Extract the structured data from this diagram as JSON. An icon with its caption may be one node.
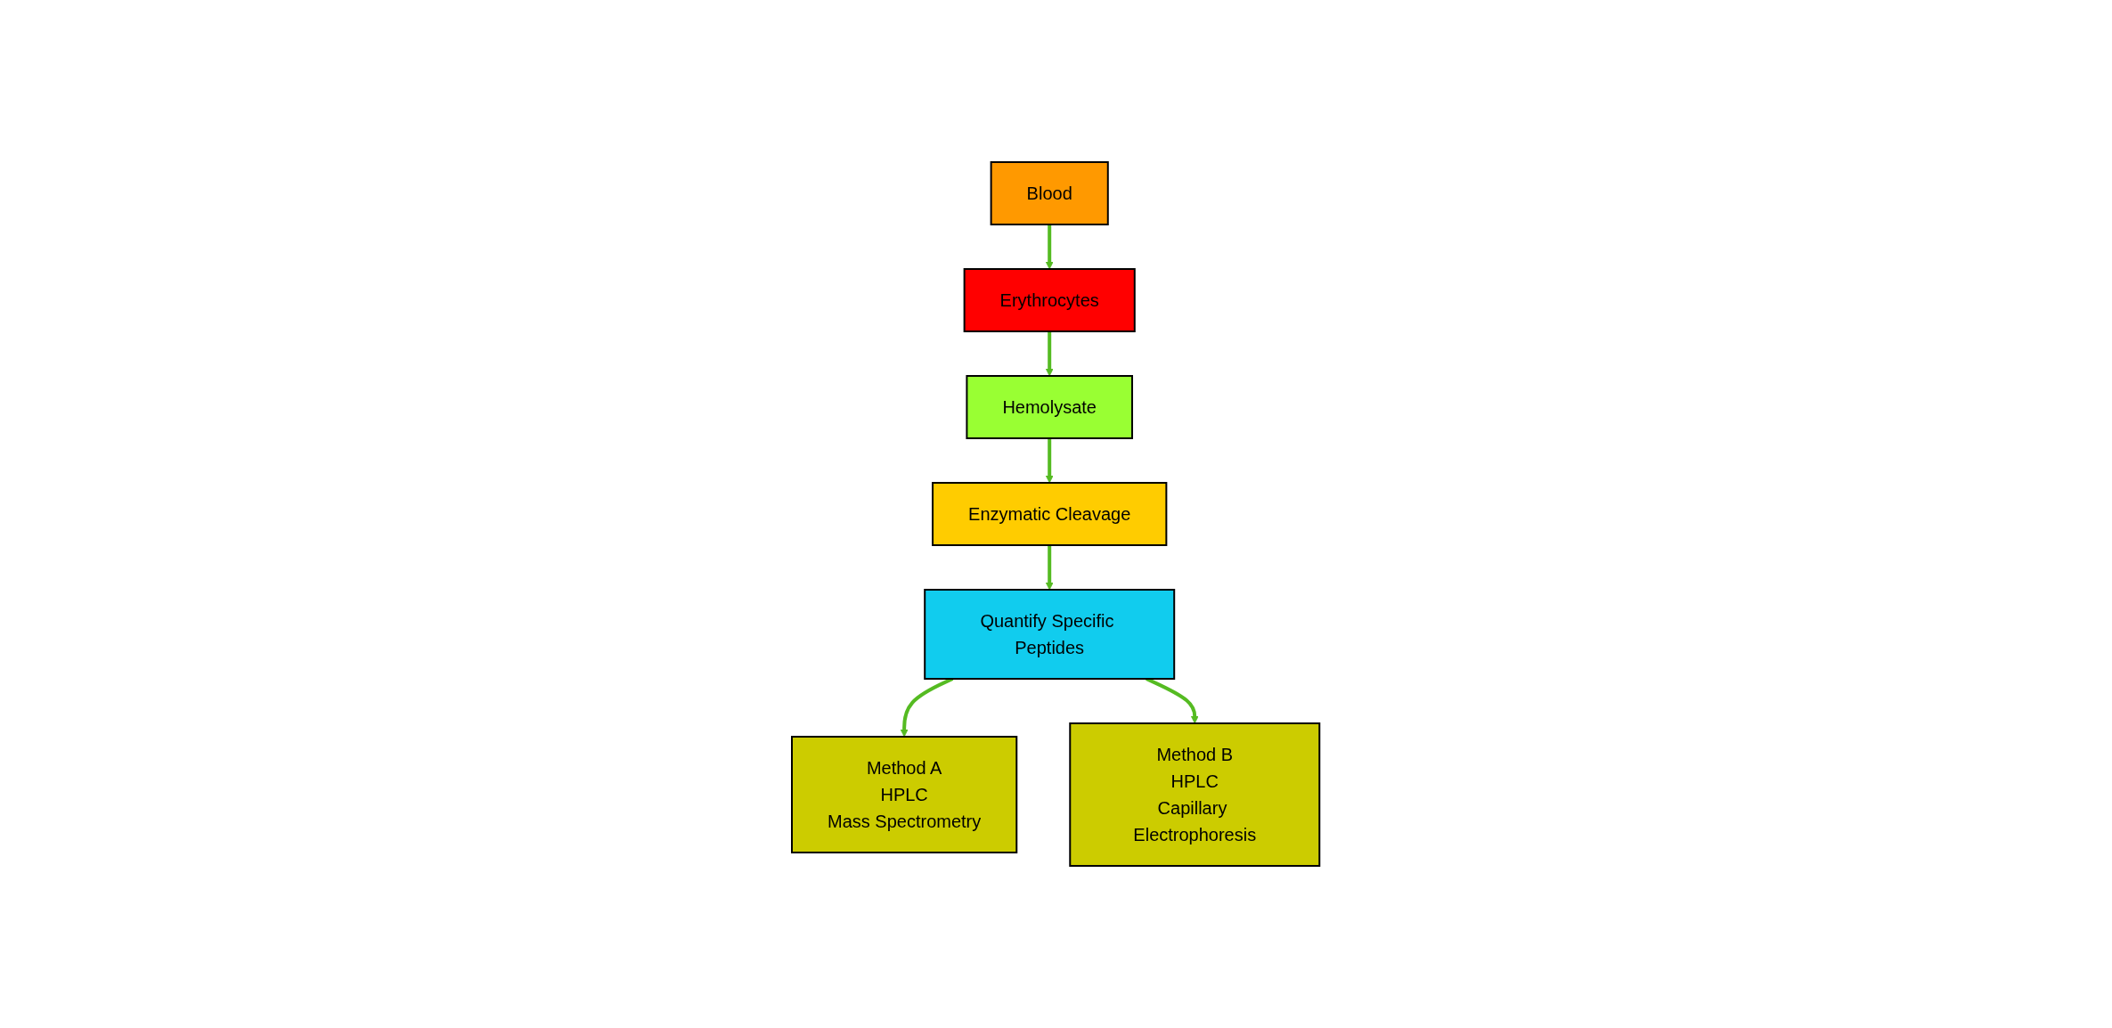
{
  "diagram": {
    "nodes": [
      {
        "text": [
          "Blood"
        ]
      },
      {
        "text": [
          "Erythrocytes"
        ]
      },
      {
        "text": [
          "Hemolysate"
        ]
      },
      {
        "text": [
          "Enzymatic Cleavage"
        ]
      },
      {
        "text": [
          "Quantify Specific Peptides"
        ]
      },
      {
        "text": [
          "Method A",
          "HPLC",
          "Mass Spectrometry"
        ]
      },
      {
        "text": [
          "Method B",
          "HPLC",
          "Capillary Electrophoresis"
        ]
      }
    ],
    "edges": [
      {
        "from": 0,
        "to": 1,
        "arrow": "to"
      },
      {
        "from": 1,
        "to": 2,
        "arrow": "to"
      },
      {
        "from": 2,
        "to": 3,
        "arrow": "to"
      },
      {
        "from": 3,
        "to": 4,
        "arrow": "to"
      },
      {
        "from": 4,
        "to": 5,
        "arrow": "to"
      },
      {
        "from": 4,
        "to": 6,
        "arrow": "to"
      }
    ]
  }
}
